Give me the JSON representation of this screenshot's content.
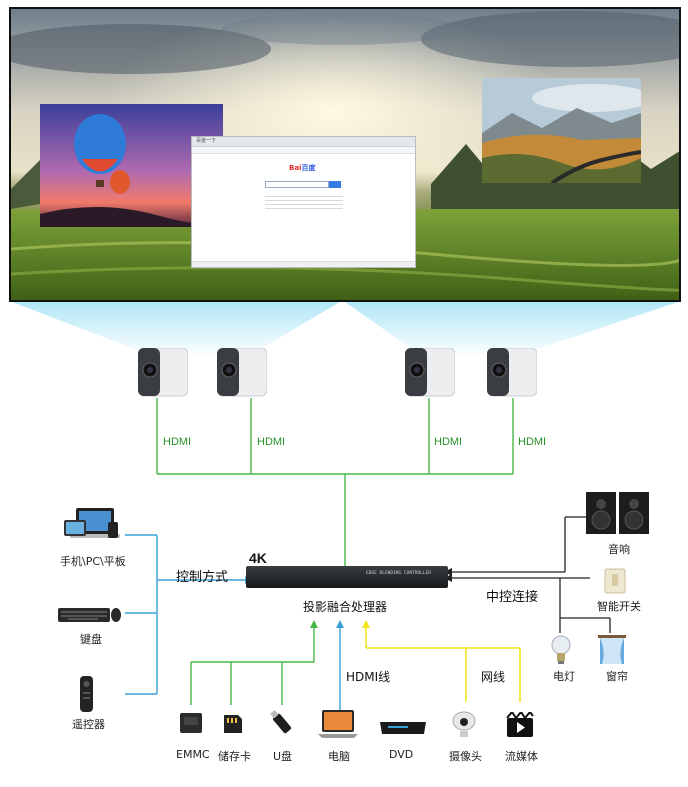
{
  "screen": {
    "browser_title": "百度一下",
    "browser_logo_a": "Bai",
    "browser_logo_b": "百度"
  },
  "connections": {
    "hdmi_1": "HDMI",
    "hdmi_2": "HDMI",
    "hdmi_3": "HDMI",
    "hdmi_4": "HDMI",
    "control_method": "控制方式",
    "central_control": "中控连接",
    "hdmi_cable": "HDMI线",
    "network_cable": "网线"
  },
  "controller": {
    "model_badge": "4K",
    "front_text": "EDGE BLENDING CONTROLLER",
    "label": "投影融合处理器"
  },
  "inputs_left": {
    "devices_label": "手机\\PC\\平板",
    "keyboard_label": "键盘",
    "remote_label": "遥控器"
  },
  "outputs_right": {
    "speaker_label": "音响",
    "switch_label": "智能开关",
    "lamp_label": "电灯",
    "curtain_label": "窗帘"
  },
  "sources_bottom": {
    "emmc": "EMMC",
    "sdcard": "储存卡",
    "udisk": "U盘",
    "laptop": "电脑",
    "dvd": "DVD",
    "camera": "摄像头",
    "streaming": "流媒体"
  },
  "colors": {
    "green_line": "#46b84a",
    "blue_line": "#3aa0d8",
    "yellow_line": "#f2e41a",
    "black_line": "#222222",
    "projector_beam": "#a9e4f4"
  }
}
